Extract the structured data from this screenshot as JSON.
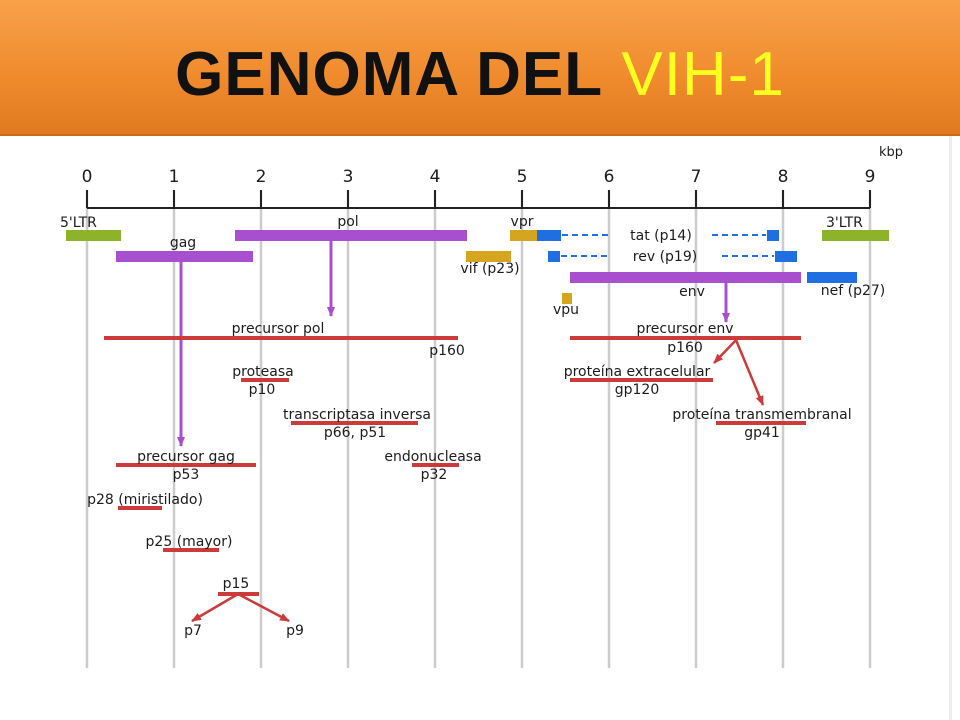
{
  "slide": {
    "title_bold": "GENOMA DEL",
    "title_colored": "VIH-1"
  },
  "diagram": {
    "colors": {
      "ltr": "#8db32a",
      "gene": "#a84fcf",
      "accessory": "#d6a520",
      "regulatory": "#1f6fe3",
      "protein": "#cc3a3a",
      "axis": "#222222",
      "grid": "#cccccc"
    },
    "axis": {
      "unit": "kbp",
      "ticks": [
        "0",
        "1",
        "2",
        "3",
        "4",
        "5",
        "6",
        "7",
        "8",
        "9"
      ]
    },
    "genes": {
      "ltr5": "5'LTR",
      "ltr3": "3'LTR",
      "gag": "gag",
      "pol": "pol",
      "vpr": "vpr",
      "vif": "vif (p23)",
      "tat": "tat (p14)",
      "rev": "rev (p19)",
      "env": "env",
      "nef": "nef (p27)",
      "vpu": "vpu"
    },
    "proteins": {
      "precursor_pol": "precursor pol",
      "p160_pol": "p160",
      "proteasa": "proteasa",
      "p10": "p10",
      "transcriptasa": "transcriptasa inversa",
      "p66_p51": "p66, p51",
      "endonucleasa": "endonucleasa",
      "p32": "p32",
      "precursor_gag": "precursor gag",
      "p53": "p53",
      "p28": "p28 (miristilado)",
      "p25": "p25 (mayor)",
      "p15": "p15",
      "p7": "p7",
      "p9": "p9",
      "precursor_env": "precursor env",
      "p160_env": "p160",
      "extracelular": "proteína extracelular",
      "gp120": "gp120",
      "transmembranal": "proteína transmembranal",
      "gp41": "gp41"
    }
  }
}
